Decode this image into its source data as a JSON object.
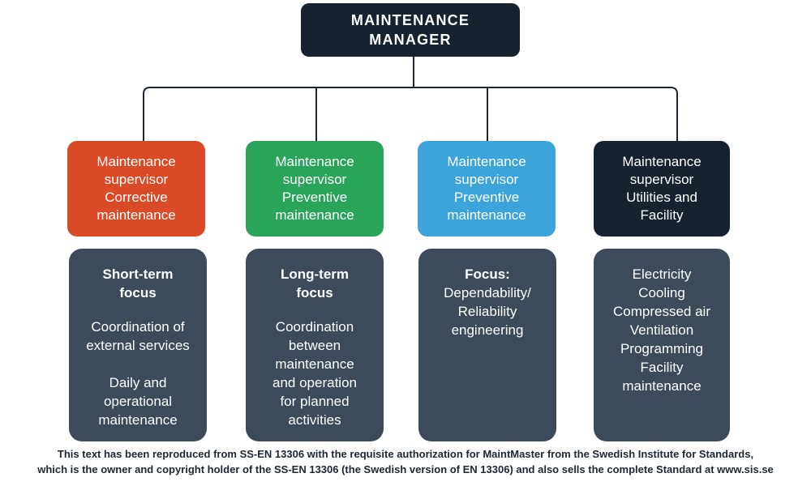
{
  "colors": {
    "navy": "#16222E",
    "orange": "#DB4A27",
    "green": "#29A45A",
    "blue": "#3CA4DB",
    "slate": "#3D4A59",
    "connector": "#1B2733",
    "footer_text": "#1B2733"
  },
  "chart": {
    "root": {
      "text": "MAINTENANCE\nMANAGER"
    },
    "supervisors": [
      {
        "text": "Maintenance\nsupervisor\nCorrective\nmaintenance",
        "color": "#DB4A27"
      },
      {
        "text": "Maintenance\nsupervisor\nPreventive\nmaintenance",
        "color": "#29A45A"
      },
      {
        "text": "Maintenance\nsupervisor\nPreventive\nmaintenance",
        "color": "#3CA4DB"
      },
      {
        "text": "Maintenance\nsupervisor\nUtilities and\nFacility",
        "color": "#16222E"
      }
    ],
    "details": [
      {
        "heading": "Short-term\nfocus",
        "body": "Coordination of\nexternal services\n\nDaily and\noperational\nmaintenance"
      },
      {
        "heading": "Long-term\nfocus",
        "body": "Coordination\nbetween\nmaintenance\nand operation\nfor planned\nactivities"
      },
      {
        "heading": "Focus:",
        "body": "Dependability/\nReliability\nengineering"
      },
      {
        "heading": "",
        "body": "Electricity\nCooling\nCompressed air\nVentilation\nProgramming\nFacility\nmaintenance"
      }
    ]
  },
  "footer": {
    "line1": "This text has been reproduced from SS-EN 13306 with the requisite authorization for MaintMaster from the Swedish Institute for Standards,",
    "line2": "which is the owner and copyright holder of the SS-EN 13306 (the Swedish version of EN 13306) and also sells the complete Standard at www.sis.se"
  }
}
